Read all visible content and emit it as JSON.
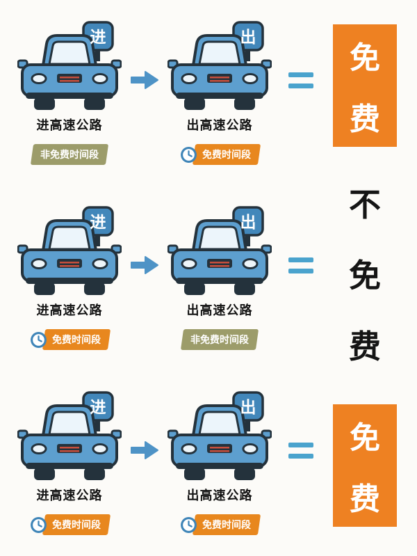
{
  "rows": [
    {
      "left": {
        "sign": "进",
        "label": "进高速公路",
        "badge": "非免费时间段",
        "badge_type": "nonfree",
        "clock": false
      },
      "right": {
        "sign": "出",
        "label": "出高速公路",
        "badge": "免费时间段",
        "badge_type": "free",
        "clock": true
      },
      "result": {
        "text": "免费",
        "type": "free"
      }
    },
    {
      "left": {
        "sign": "进",
        "label": "进高速公路",
        "badge": "免费时间段",
        "badge_type": "free",
        "clock": true
      },
      "right": {
        "sign": "出",
        "label": "出高速公路",
        "badge": "非免费时间段",
        "badge_type": "nonfree",
        "clock": false
      },
      "result": {
        "text": "不免费",
        "type": "not_free"
      }
    },
    {
      "left": {
        "sign": "进",
        "label": "进高速公路",
        "badge": "免费时间段",
        "badge_type": "free",
        "clock": true
      },
      "right": {
        "sign": "出",
        "label": "出高速公路",
        "badge": "免费时间段",
        "badge_type": "free",
        "clock": true
      },
      "result": {
        "text": "免费",
        "type": "free"
      }
    }
  ],
  "colors": {
    "background": "#fcfbf8",
    "result_box_orange": "#ee8122",
    "badge_free_orange": "#e8871e",
    "badge_nonfree_olive": "#9c9c6a",
    "car_blue": "#5d9fcf",
    "sign_blue": "#4287ba",
    "outline_dark": "#24323c",
    "arrow_blue": "#4e93c6",
    "equals_teal": "#4aa3cd",
    "not_free_text": "#151515"
  },
  "icons": {
    "clock": "clock-icon",
    "arrow": "arrow-right-icon",
    "equals": "equals-icon",
    "car": "car-front-icon"
  }
}
